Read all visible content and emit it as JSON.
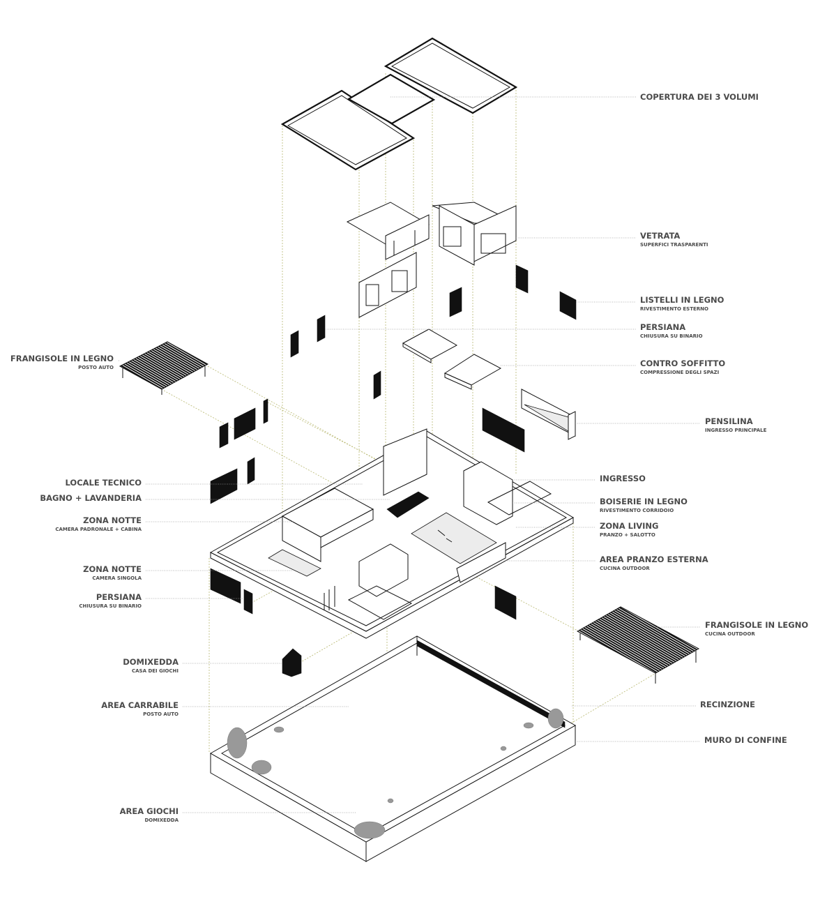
{
  "colors": {
    "ink": "#111111",
    "label": "#4a4a4a",
    "projection": "#b8b870",
    "leader": "#9a9a9a"
  },
  "labels_right": {
    "copertura": {
      "title": "COPERTURA DEI 3 VOLUMI"
    },
    "vetrata": {
      "title": "VETRATA",
      "sub": "SUPERFICI TRASPARENTI"
    },
    "listelli": {
      "title": "LISTELLI IN LEGNO",
      "sub": "RIVESTIMENTO ESTERNO"
    },
    "persiana": {
      "title": "PERSIANA",
      "sub": "CHIUSURA SU BINARIO"
    },
    "controsoffitto": {
      "title": "CONTRO SOFFITTO",
      "sub": "COMPRESSIONE DEGLI SPAZI"
    },
    "pensilina": {
      "title": "PENSILINA",
      "sub": "INGRESSO PRINCIPALE"
    },
    "ingresso": {
      "title": "INGRESSO"
    },
    "boiserie": {
      "title": "BOISERIE IN LEGNO",
      "sub": "RIVESTIMENTO CORRIDOIO"
    },
    "living": {
      "title": "ZONA LIVING",
      "sub": "PRANZO + SALOTTO"
    },
    "pranzo": {
      "title": "AREA PRANZO ESTERNA",
      "sub": "CUCINA OUTDOOR"
    },
    "frangisole": {
      "title": "FRANGISOLE IN LEGNO",
      "sub": "CUCINA OUTDOOR"
    },
    "recinzione": {
      "title": "RECINZIONE"
    },
    "muro": {
      "title": "MURO DI CONFINE"
    }
  },
  "labels_left": {
    "frangisole": {
      "title": "FRANGISOLE IN LEGNO",
      "sub": "POSTO AUTO"
    },
    "locale": {
      "title": "LOCALE TECNICO"
    },
    "bagno": {
      "title": "BAGNO + LAVANDERIA"
    },
    "notte1": {
      "title": "ZONA NOTTE",
      "sub": "CAMERA PADRONALE + CABINA"
    },
    "notte2": {
      "title": "ZONA NOTTE",
      "sub": "CAMERA SINGOLA"
    },
    "persiana": {
      "title": "PERSIANA",
      "sub": "CHIUSURA  SU BINARIO"
    },
    "domixedda": {
      "title": "DOMIXEDDA",
      "sub": "CASA DEI GIOCHI"
    },
    "carrabile": {
      "title": "AREA CARRABILE",
      "sub": "POSTO AUTO"
    },
    "giochi": {
      "title": "AREA GIOCHI",
      "sub": "DOMIXEDDA"
    }
  }
}
